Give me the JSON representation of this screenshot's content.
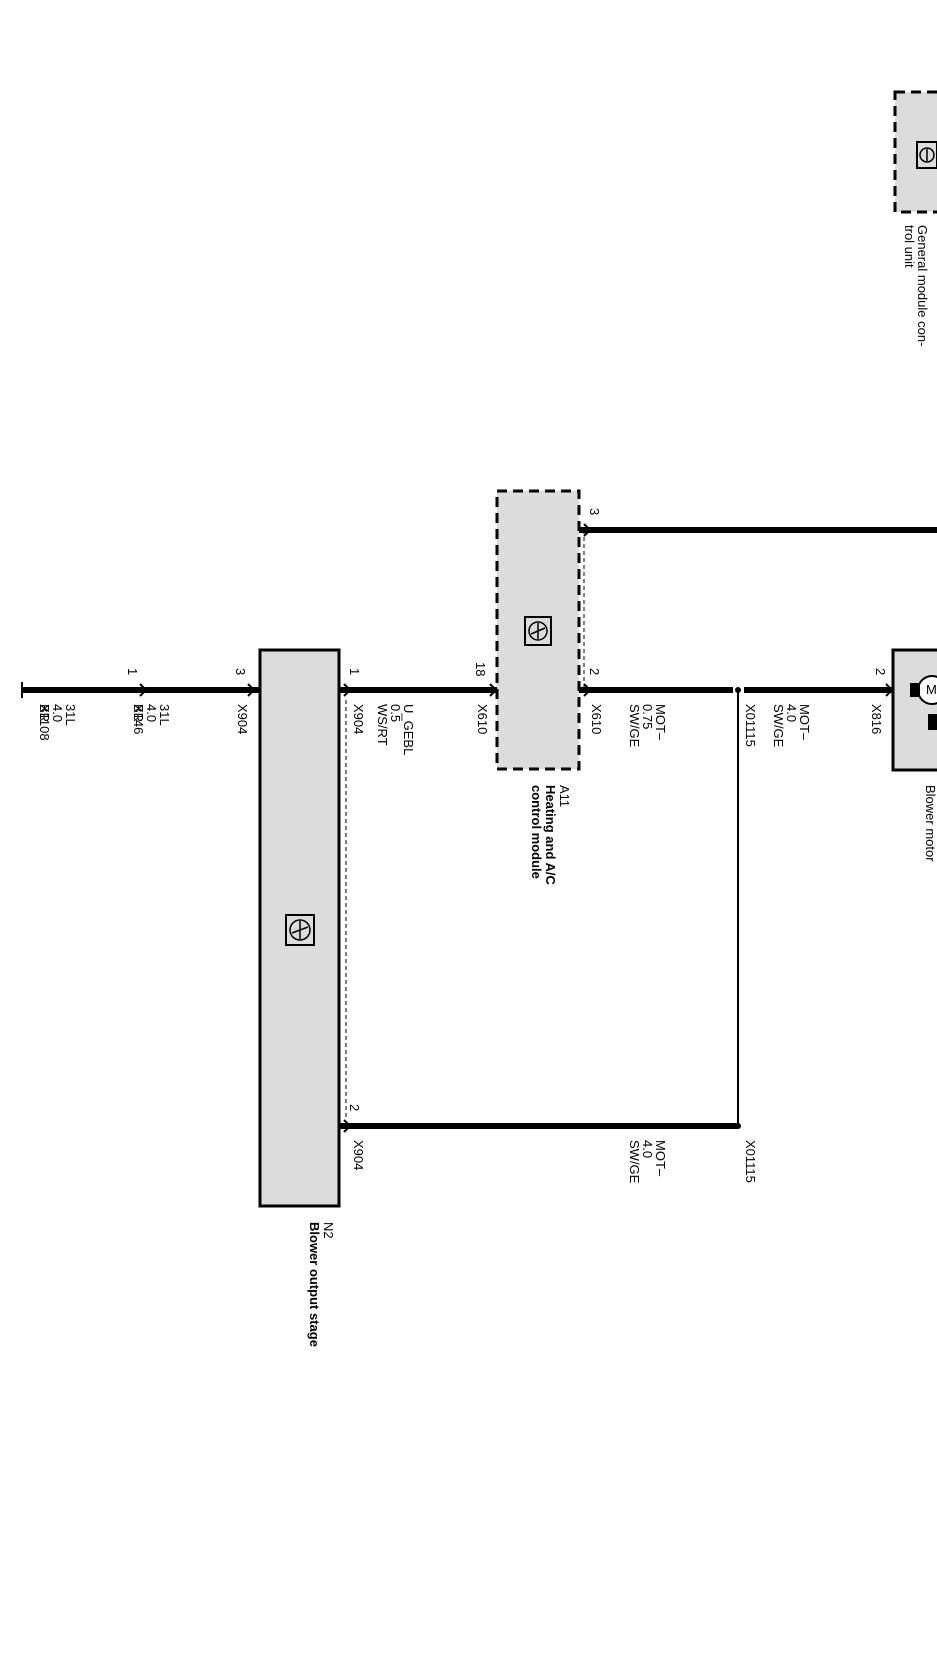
{
  "components": {
    "general_module": {
      "title": "General module con-",
      "sub": "trol unit"
    },
    "heating_ac": {
      "id": "A11",
      "title": "Heating and A/C",
      "sub": "control module"
    },
    "blower_stage": {
      "id": "N2",
      "title": "Blower output stage"
    },
    "blower_motor": {
      "title": "Blower motor"
    }
  },
  "pins": {
    "x1108_pin": "1",
    "x904_pin3": "3",
    "x904_pin1": "1",
    "x904_pin2": "2",
    "x610_pin18": "18",
    "x610_pin3": "3",
    "x610_pin2": "2",
    "x816_pin2": "2"
  },
  "connectors": {
    "x1108": "X1108",
    "x146": "X146",
    "x904_a": "X904",
    "x904_b": "X904",
    "x610_a": "X610",
    "x610_b": "X610",
    "x01115_a": "X01115",
    "x01115_b": "X01115",
    "x816": "X816"
  },
  "wires": {
    "gnd": {
      "name": "31L",
      "size": "4.0",
      "color": "BR"
    },
    "ugebl": {
      "name": "U_GEBL",
      "size": "0.5",
      "color": "WS/RT"
    },
    "mot_small": {
      "name": "MOT–",
      "size": "0.75",
      "color": "SW/GE"
    },
    "mot_large": {
      "name": "MOT–",
      "size": "4.0",
      "color": "SW/GE"
    },
    "mot_lower": {
      "name": "MOT–",
      "size": "4.0",
      "color": "SW/GE"
    }
  }
}
